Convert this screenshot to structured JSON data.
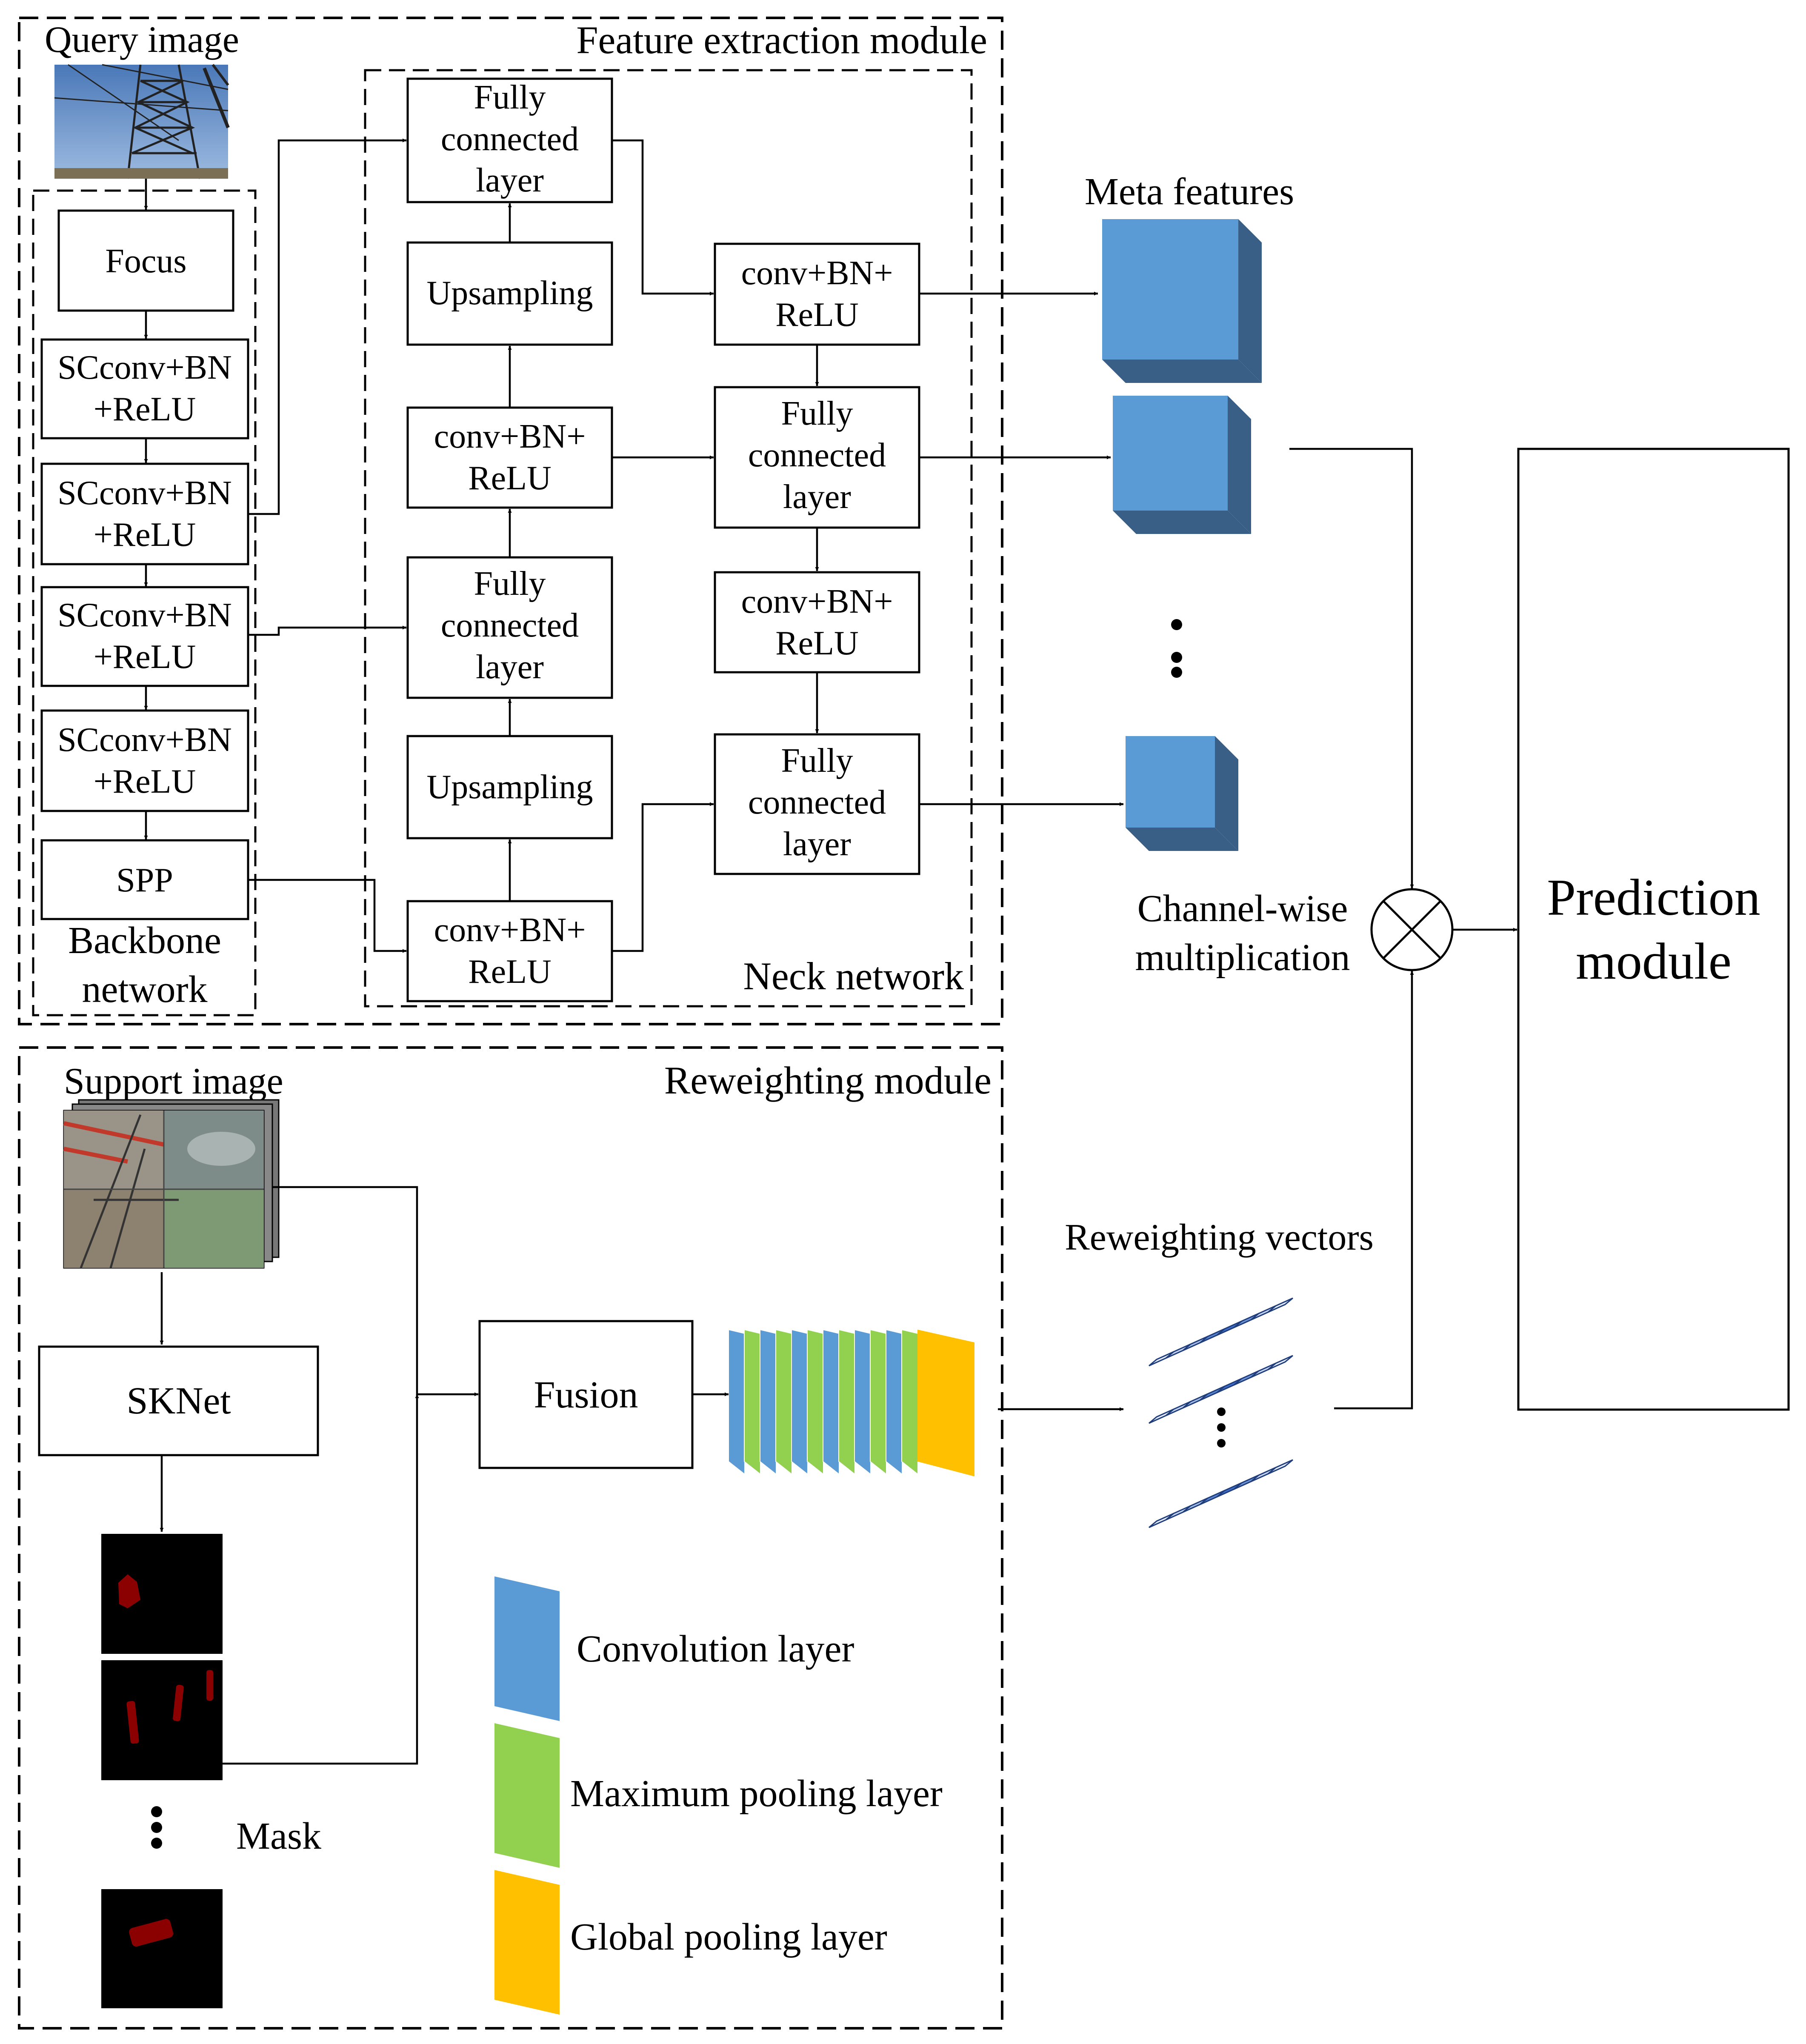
{
  "feature_module": {
    "title": "Feature extraction module",
    "query_label": "Query image",
    "backbone": {
      "focus": "Focus",
      "sc": [
        "SCconv+BN",
        "+ReLU"
      ],
      "spp": "SPP",
      "label": [
        "Backbone",
        "network"
      ]
    },
    "neck": {
      "label": "Neck network",
      "fc": [
        "Fully",
        "connected",
        "layer"
      ],
      "upsampling": "Upsampling",
      "conv": [
        "conv+BN+",
        "ReLU"
      ]
    }
  },
  "meta_features_label": "Meta features",
  "ellipsis": "⋮",
  "channel_wise": [
    "Channel-wise",
    "multiplication"
  ],
  "prediction": [
    "Prediction",
    "module"
  ],
  "reweight_module": {
    "title": "Reweighting module",
    "support_label": "Support image",
    "sknet": "SKNet",
    "fusion": "Fusion",
    "mask_label": "Mask"
  },
  "reweighting_vectors_label": "Reweighting vectors",
  "legend": {
    "conv": "Convolution layer",
    "maxpool": "Maximum pooling layer",
    "global": "Global pooling layer"
  },
  "colors": {
    "blue": "#5b9bd5",
    "blue_dark": "#3a5f86",
    "green": "#92d050",
    "yellow": "#ffc000",
    "mask_red": "#8b0000"
  }
}
